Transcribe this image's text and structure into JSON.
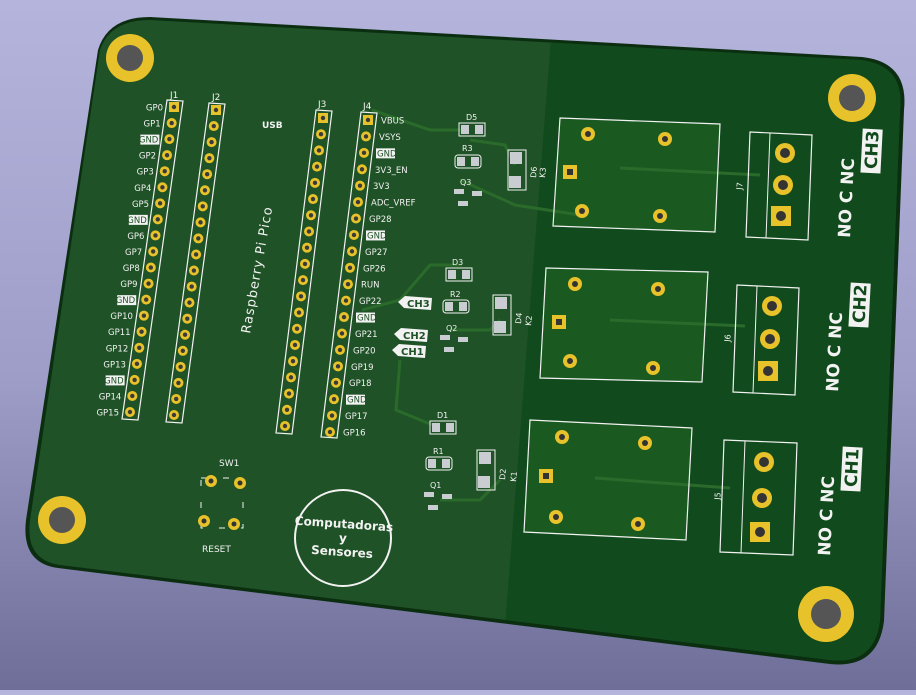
{
  "colors": {
    "board_left": "#1f5226",
    "board_right": "#114a1c",
    "copper_pour": "#1c5a22",
    "silk": "#f2f2f2",
    "pad_gold": "#e8c22a",
    "edge": "#0b2e10"
  },
  "refs": {
    "j1": "J1",
    "j2": "J2",
    "j3": "J3",
    "j4": "J4",
    "usb": "USB",
    "module": "Raspberry Pi Pico",
    "sw1": "SW1",
    "reset": "RESET",
    "d1": "D1",
    "d2": "D2",
    "d3": "D3",
    "d4": "D4",
    "d5": "D5",
    "d6": "D6",
    "r1": "R1",
    "r2": "R2",
    "r3": "R3",
    "q1": "Q1",
    "q2": "Q2",
    "q3": "Q3",
    "k1": "K1",
    "k2": "K2",
    "k3": "K3",
    "j5": "J5",
    "j6": "J6",
    "j7": "J7"
  },
  "left_pins": [
    "GP0",
    "GP1",
    "GND",
    "GP2",
    "GP3",
    "GP4",
    "GP5",
    "GND",
    "GP6",
    "GP7",
    "GP8",
    "GP9",
    "GND",
    "GP10",
    "GP11",
    "GP12",
    "GP13",
    "GND",
    "GP14",
    "GP15"
  ],
  "right_pins": [
    "VBUS",
    "VSYS",
    "GND",
    "3V3_EN",
    "3V3",
    "ADC_VREF",
    "GP28",
    "GND",
    "GP27",
    "GP26",
    "RUN",
    "GP22",
    "GND",
    "GP21",
    "GP20",
    "GP19",
    "GP18",
    "GND",
    "GP17",
    "GP16"
  ],
  "channel_tags": {
    "gp22": "CH3",
    "gp21": "CH2",
    "gp20": "CH1"
  },
  "logo": {
    "line1": "Computadoras",
    "line2": "y",
    "line3": "Sensores"
  },
  "channels": [
    {
      "name": "CH3",
      "terminals": "NO C NC"
    },
    {
      "name": "CH2",
      "terminals": "NO C NC"
    },
    {
      "name": "CH1",
      "terminals": "NO C NC"
    }
  ]
}
